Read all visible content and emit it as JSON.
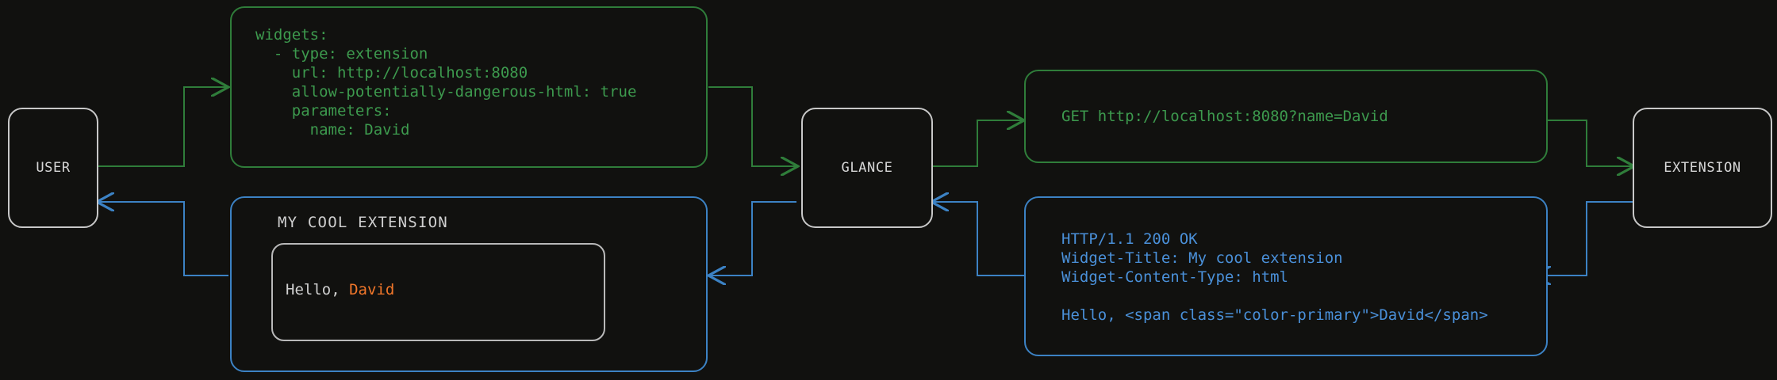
{
  "diagram": {
    "background": "#11110f",
    "colors": {
      "node_border": "#c8c8c8",
      "node_text": "#d7d7d7",
      "request_green": "#3d9a4e",
      "request_border_green": "#2f7d3a",
      "response_blue": "#4a90d9",
      "response_border_blue": "#3c82c4",
      "widget_text": "#d0d0d0",
      "accent_orange": "#f0762a"
    }
  },
  "nodes": {
    "user": {
      "label": "USER"
    },
    "glance": {
      "label": "GLANCE"
    },
    "extension": {
      "label": "EXTENSION"
    }
  },
  "boxes": {
    "config": {
      "kind": "yaml-config",
      "color": "green",
      "lines": [
        "widgets:",
        "  - type: extension",
        "    url: http://localhost:8080",
        "    allow-potentially-dangerous-html: true",
        "    parameters:",
        "      name: David"
      ],
      "text": "widgets:\n  - type: extension\n    url: http://localhost:8080\n    allow-potentially-dangerous-html: true\n    parameters:\n      name: David"
    },
    "http_request": {
      "kind": "http-request",
      "color": "green",
      "lines": [
        "GET http://localhost:8080?name=David"
      ],
      "text": "GET http://localhost:8080?name=David"
    },
    "http_response": {
      "kind": "http-response",
      "color": "blue",
      "lines": [
        "HTTP/1.1 200 OK",
        "Widget-Title: My cool extension",
        "Widget-Content-Type: html",
        "",
        "Hello, <span class=\"color-primary\">David</span>"
      ],
      "text": "HTTP/1.1 200 OK\nWidget-Title: My cool extension\nWidget-Content-Type: html\n\nHello, <span class=\"color-primary\">David</span>"
    },
    "widget_preview": {
      "kind": "rendered-widget",
      "color": "blue",
      "title": "MY COOL EXTENSION",
      "greeting_prefix": "Hello, ",
      "greeting_name": "David"
    }
  },
  "edges": {
    "user_to_config": {
      "from": "USER",
      "to": "config",
      "color": "green"
    },
    "config_to_glance": {
      "from": "config",
      "to": "GLANCE",
      "color": "green"
    },
    "glance_to_request": {
      "from": "GLANCE",
      "to": "http_request",
      "color": "green"
    },
    "request_to_extension": {
      "from": "http_request",
      "to": "EXTENSION",
      "color": "green"
    },
    "extension_to_response": {
      "from": "EXTENSION",
      "to": "http_response",
      "color": "blue"
    },
    "response_to_glance": {
      "from": "http_response",
      "to": "GLANCE",
      "color": "blue"
    },
    "glance_to_widget": {
      "from": "GLANCE",
      "to": "widget_preview",
      "color": "blue"
    },
    "widget_to_user": {
      "from": "widget_preview",
      "to": "USER",
      "color": "blue"
    }
  }
}
